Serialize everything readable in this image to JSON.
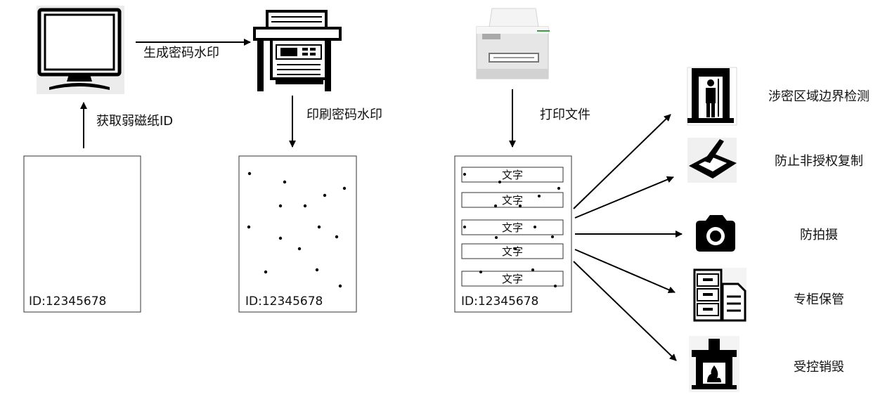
{
  "steps": {
    "get_id": "获取弱磁纸ID",
    "generate_watermark": "生成密码水印",
    "print_watermark": "印刷密码水印",
    "print_file": "打印文件"
  },
  "papers": {
    "blank_id": "ID:12345678",
    "watermark_id": "ID:12345678",
    "printed_id": "ID:12345678"
  },
  "text_lines": [
    "文字",
    "文字",
    "文字",
    "文字",
    "文字"
  ],
  "outputs": [
    {
      "label": "涉密区域边界检测",
      "icon": "security-gate-icon"
    },
    {
      "label": "防止非授权复制",
      "icon": "scanner-icon"
    },
    {
      "label": "防拍摄",
      "icon": "camera-icon"
    },
    {
      "label": "专柜保管",
      "icon": "filing-cabinet-icon"
    },
    {
      "label": "受控销毁",
      "icon": "incinerator-icon"
    }
  ]
}
